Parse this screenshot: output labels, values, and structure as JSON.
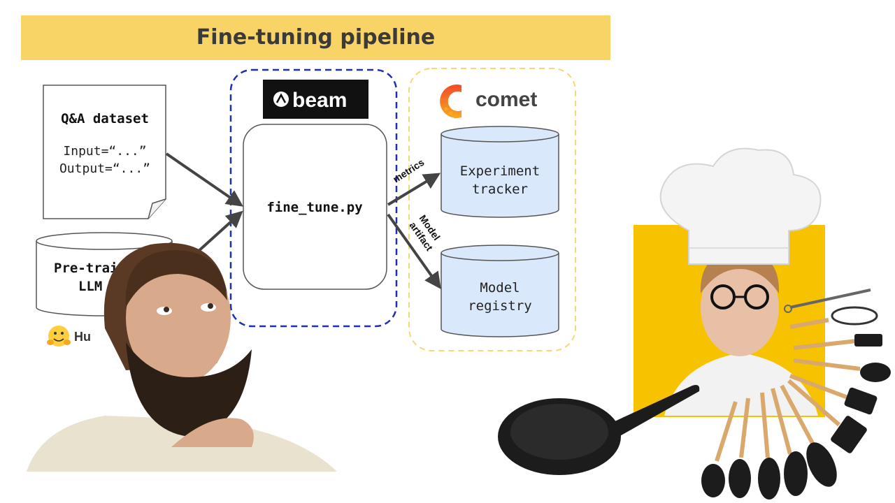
{
  "title": "Fine-tuning pipeline",
  "dataset": {
    "title": "Q&A dataset",
    "input_line": "Input=“...”",
    "output_line": "Output=“...”"
  },
  "pretrained": {
    "line1": "Pre-trai",
    "line2": "LLM"
  },
  "huggingface": {
    "label": "Hu",
    "icon": "hugging-face-icon"
  },
  "beam": {
    "logo_text": "beam",
    "script": "fine_tune.py"
  },
  "comet": {
    "logo_text": "comet",
    "tracker_line1": "Experiment",
    "tracker_line2": "tracker",
    "registry_line1": "Model",
    "registry_line2": "registry"
  },
  "edges": {
    "metrics": "metrics",
    "artifact_line1": "Model",
    "artifact_line2": "artifact"
  },
  "colors": {
    "banner": "#f8d365",
    "beam_border": "#1f2fb0",
    "comet_border": "#f3d77a",
    "cylinder_fill": "#dae8fc",
    "arrow": "#444444",
    "chef_bg": "#f7c300"
  }
}
